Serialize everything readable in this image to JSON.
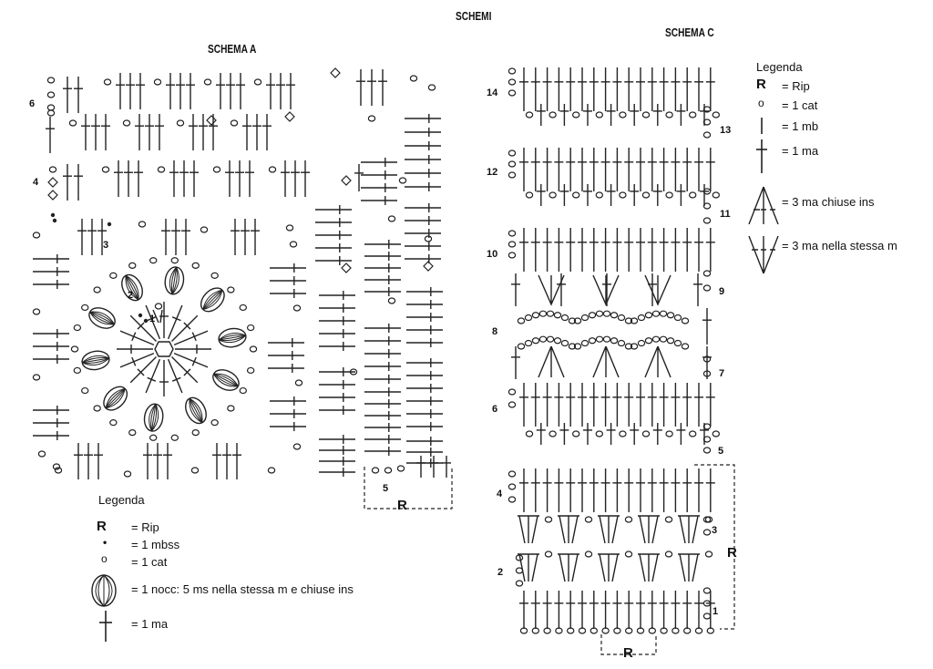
{
  "titles": {
    "main": "SCHEMI",
    "schema_a": "SCHEMA A",
    "schema_c": "SCHEMA C"
  },
  "schema_a": {
    "rows": [
      {
        "label": "6"
      },
      {
        "label": "4"
      },
      {
        "label": "3"
      },
      {
        "label": "2"
      },
      {
        "label": "1"
      },
      {
        "label": "5"
      }
    ],
    "repeat_label": "R",
    "legend": {
      "title": "Legenda",
      "items": [
        {
          "symbol": "R",
          "text": "= Rip",
          "icon": "repeat-letter-icon"
        },
        {
          "symbol": "•",
          "text": "= 1 mbss",
          "icon": "slip-stitch-dot-icon"
        },
        {
          "symbol": "o",
          "text": "= 1 cat",
          "icon": "chain-oval-icon"
        },
        {
          "symbol": "",
          "text": "= 1 nocc: 5 ms nella stessa m e chiuse ins",
          "icon": "popcorn-stitch-icon"
        },
        {
          "symbol": "",
          "text": "= 1 ma",
          "icon": "double-crochet-icon"
        }
      ]
    }
  },
  "schema_c": {
    "rows_left": [
      "14",
      "12",
      "10",
      "8",
      "6",
      "4",
      "2"
    ],
    "rows_right": [
      "13",
      "11",
      "9",
      "7",
      "5",
      "3",
      "1"
    ],
    "repeat_label_side": "R",
    "repeat_label_bottom": "R",
    "legend": {
      "title": "Legenda",
      "items": [
        {
          "symbol": "R",
          "text": "= Rip",
          "icon": "repeat-letter-icon"
        },
        {
          "symbol": "o",
          "text": "= 1 cat",
          "icon": "chain-oval-icon"
        },
        {
          "symbol": "",
          "text": "= 1 mb",
          "icon": "single-crochet-icon"
        },
        {
          "symbol": "",
          "text": "= 1 ma",
          "icon": "double-crochet-icon"
        },
        {
          "symbol": "",
          "text": "= 3 ma chiuse ins",
          "icon": "dc3tog-icon"
        },
        {
          "symbol": "",
          "text": "= 3 ma nella stessa m",
          "icon": "dc3-same-stitch-icon"
        }
      ]
    }
  }
}
